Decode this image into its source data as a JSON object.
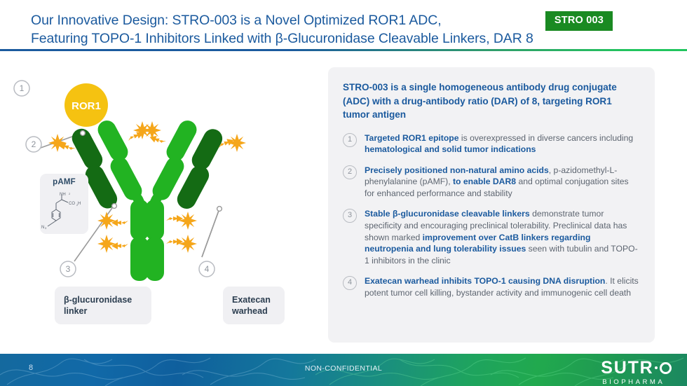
{
  "header": {
    "title_line1": "Our Innovative Design: STRO-003 is a Novel Optimized ROR1 ADC,",
    "title_line2": "Featuring TOPO-1 Inhibitors Linked with β-Glucuronidase Cleavable Linkers, DAR 8",
    "badge": "STRO 003",
    "title_color": "#1b5a9e",
    "badge_color": "#1a8a22"
  },
  "diagram": {
    "antigen_label": "ROR1",
    "antigen_color": "#f5c211",
    "antibody_color_light": "#22b322",
    "antibody_color_dark": "#146b14",
    "payload_color": "#f5a61a",
    "callouts": [
      {
        "num": "1",
        "target": "ROR1 antigen"
      },
      {
        "num": "2",
        "target": "pAMF conjugation site"
      },
      {
        "num": "3",
        "target": "beta-glucuronidase linker"
      },
      {
        "num": "4",
        "target": "Exatecan warhead"
      }
    ],
    "pamf_box": {
      "title": "pAMF",
      "structure": "p-azidomethyl-L-phenylalanine skeletal formula"
    },
    "label_gluc": "β-glucuronidase linker",
    "label_exatecan": "Exatecan warhead"
  },
  "panel": {
    "heading": "STRO-003 is a single homogeneous antibody drug conjugate (ADC) with a drug-antibody ratio (DAR) of 8, targeting ROR1 tumor antigen",
    "points": [
      {
        "num": "1",
        "parts": [
          {
            "t": "Targeted ROR1 epitope",
            "b": true
          },
          {
            "t": " is overexpressed in diverse cancers including ",
            "b": false
          },
          {
            "t": "hematological and solid tumor indications",
            "b": true
          }
        ]
      },
      {
        "num": "2",
        "parts": [
          {
            "t": "Precisely positioned non-natural amino acids",
            "b": true
          },
          {
            "t": ", p-azidomethyl-L-phenylalanine (pAMF), ",
            "b": false
          },
          {
            "t": "to enable DAR8",
            "b": true
          },
          {
            "t": " and optimal conjugation sites for enhanced performance and stability",
            "b": false
          }
        ]
      },
      {
        "num": "3",
        "parts": [
          {
            "t": "Stable β-glucuronidase cleavable linkers",
            "b": true
          },
          {
            "t": " demonstrate tumor specificity and encouraging preclinical tolerability. Preclinical data has shown marked ",
            "b": false
          },
          {
            "t": "improvement over CatB linkers regarding neutropenia and lung tolerability issues",
            "b": true
          },
          {
            "t": " seen with tubulin and TOPO-1 inhibitors in the clinic",
            "b": false
          }
        ]
      },
      {
        "num": "4",
        "parts": [
          {
            "t": "Exatecan warhead inhibits TOPO-1 causing DNA disruption",
            "b": true
          },
          {
            "t": ". It elicits potent tumor cell killing, bystander activity and immunogenic cell death",
            "b": false
          }
        ]
      }
    ]
  },
  "footer": {
    "page_number": "8",
    "confidential": "NON-CONFIDENTIAL",
    "logo_main": "SUTR",
    "logo_sub": "BIOPHARMA"
  }
}
